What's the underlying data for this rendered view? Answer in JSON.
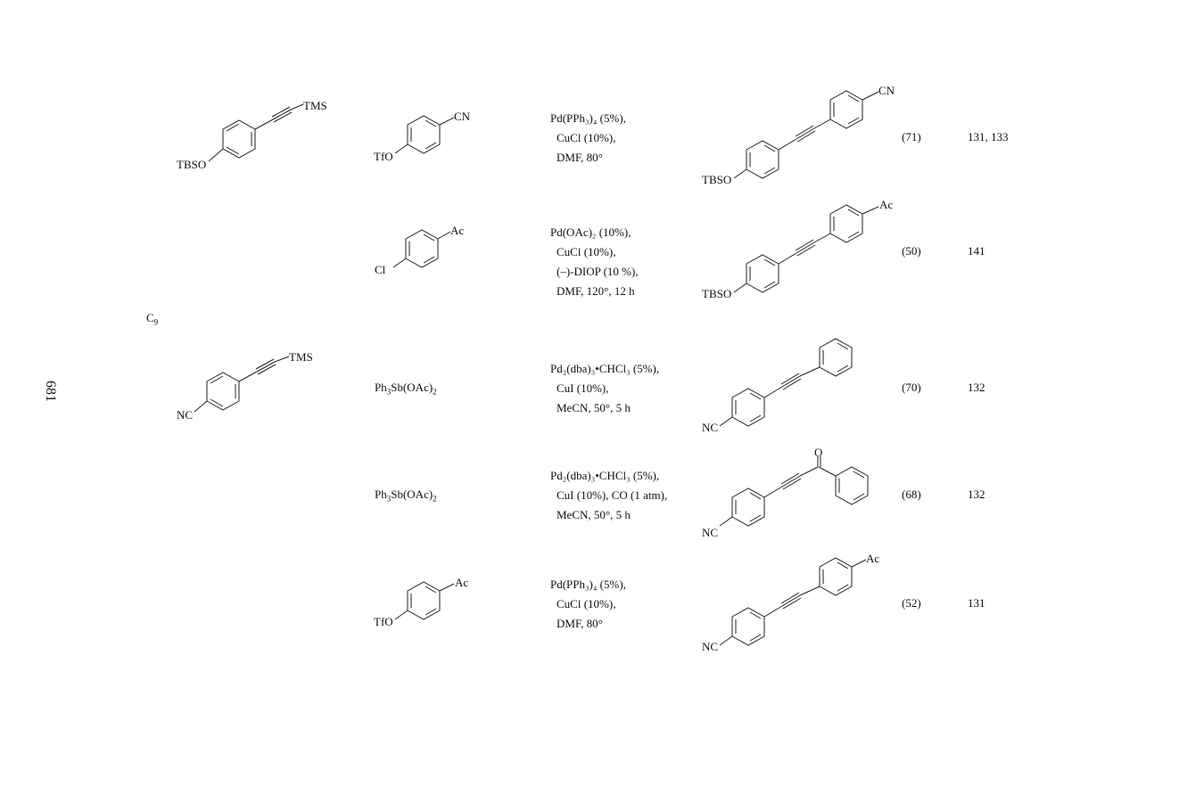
{
  "page_number": "681",
  "carbon_group": {
    "main": "C",
    "sub": "9"
  },
  "labels": {
    "tms": "TMS",
    "tbso": "TBSO",
    "tfo": "TfO",
    "cl": "Cl",
    "nc": "NC",
    "cn": "CN",
    "ac": "Ac",
    "o": "O"
  },
  "reagent_text": {
    "ph3sb_a": "Ph",
    "ph3sb_sub": "3",
    "ph3sb_b": "Sb(OAc)",
    "ph3sb_sub2": "2"
  },
  "rows": [
    {
      "conditions": [
        "Pd(PPh₃)₄ (5%),",
        "CuCl (10%),",
        "DMF, 80°"
      ],
      "yield": "(71)",
      "refs": "131, 133"
    },
    {
      "conditions": [
        "Pd(OAc)₂ (10%),",
        "CuCl (10%),",
        "(–)-DIOP (10 %),",
        "DMF, 120°, 12 h"
      ],
      "yield": "(50)",
      "refs": "141"
    },
    {
      "conditions": [
        "Pd₂(dba)₃•CHCl₃ (5%),",
        "CuI (10%),",
        "MeCN, 50°, 5 h"
      ],
      "yield": "(70)",
      "refs": "132"
    },
    {
      "conditions": [
        "Pd₂(dba)₃•CHCl₃ (5%),",
        "CuI (10%), CO (1 atm),",
        "MeCN, 50°, 5 h"
      ],
      "yield": "(68)",
      "refs": "132"
    },
    {
      "conditions": [
        "Pd(PPh₃)₄ (5%),",
        "CuCl (10%),",
        "DMF, 80°"
      ],
      "yield": "(52)",
      "refs": "131"
    }
  ]
}
